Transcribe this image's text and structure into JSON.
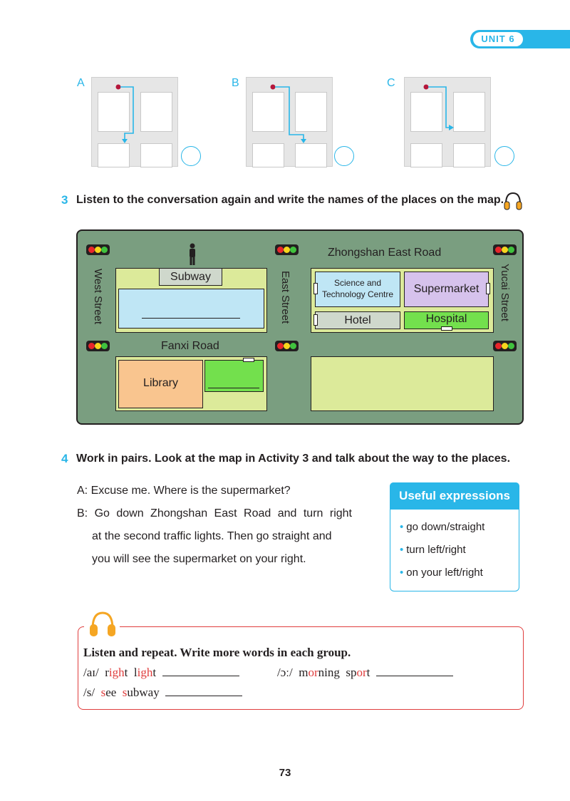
{
  "header": {
    "unit_label": "UNIT 6"
  },
  "routes": [
    {
      "letter": "A"
    },
    {
      "letter": "B"
    },
    {
      "letter": "C"
    }
  ],
  "activity3": {
    "number": "3",
    "instruction": "Listen to the conversation again and write the names of the places on the map."
  },
  "map": {
    "roads": {
      "north": "Zhongshan East Road",
      "middle": "Fanxi Road",
      "west": "West Street",
      "center": "East Street",
      "east": "Yucai Street"
    },
    "buildings": {
      "subway": "Subway",
      "science_line1": "Science and",
      "science_line2": "Technology Centre",
      "supermarket": "Supermarket",
      "hotel": "Hotel",
      "hospital": "Hospital",
      "library": "Library"
    },
    "colors": {
      "background": "#7a9e80",
      "block": "#dcea9a",
      "blue_building": "#bfe6f5",
      "purple_building": "#d6c2ec",
      "green_building": "#73e04d",
      "orange_building": "#f9c58f",
      "grey_building": "#cfd8cc"
    }
  },
  "activity4": {
    "number": "4",
    "instruction": "Work in pairs. Look at the map in Activity 3 and talk about the way to the places.",
    "dialogue": {
      "a": "A: Excuse me. Where is the supermarket?",
      "b1": "B: Go down Zhongshan East Road and turn right",
      "b2": "at the second traffic lights. Then go straight and",
      "b3": "you will see the supermarket on your right."
    }
  },
  "useful_expressions": {
    "title": "Useful expressions",
    "items": [
      "go down/straight",
      "turn left/right",
      "on your left/right"
    ]
  },
  "pronunciation": {
    "instruction": "Listen and repeat. Write more words in each group.",
    "ai_symbol": "/aɪ/",
    "ai_w1_a": "r",
    "ai_w1_b": "igh",
    "ai_w1_c": "t",
    "ai_w2_a": "l",
    "ai_w2_b": "igh",
    "ai_w2_c": "t",
    "o_symbol": "/ɔː/",
    "o_w1_a": "m",
    "o_w1_b": "or",
    "o_w1_c": "ning",
    "o_w2_a": "sp",
    "o_w2_b": "or",
    "o_w2_c": "t",
    "s_symbol": "/s/",
    "s_w1_a": "s",
    "s_w1_b": "ee",
    "s_w2_a": "s",
    "s_w2_b": "ubway"
  },
  "footer": {
    "page_number": "73"
  },
  "theme": {
    "accent": "#29b6e8",
    "red": "#e03d3d",
    "headphone_orange": "#f5a623"
  }
}
